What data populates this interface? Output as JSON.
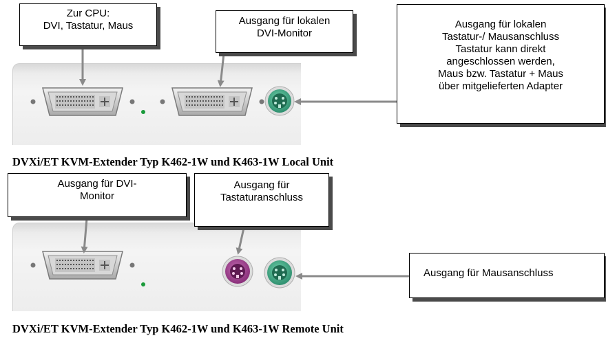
{
  "top": {
    "callouts": {
      "cpu": "Zur CPU:\nDVI, Tastatur, Maus",
      "local_monitor": "Ausgang für lokalen\nDVI-Monitor",
      "local_keyboard": "Ausgang für lokalen\nTastatur-/ Mausanschluss\nTastatur kann direkt\nangeschlossen werden,\nMaus bzw. Tastatur + Maus\nüber  mitgelieferten Adapter"
    },
    "caption": "DVXi/ET KVM-Extender Typ K462-1W und K463-1W Local Unit"
  },
  "bottom": {
    "callouts": {
      "dvi_monitor": "Ausgang für DVI-\nMonitor",
      "keyboard": "Ausgang für\nTastaturanschluss",
      "mouse": "Ausgang für Mausanschluss"
    },
    "caption": "DVXi/ET KVM-Extender Typ K462-1W und K463-1W Remote Unit"
  },
  "colors": {
    "ps2_green": "#2f8f6f",
    "ps2_purple": "#8a2f7a",
    "led_green": "#1a9a3a",
    "arrow_gray": "#8a8a8a"
  }
}
